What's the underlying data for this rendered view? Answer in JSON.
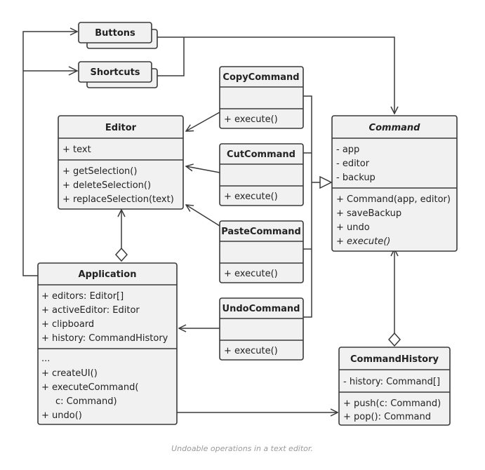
{
  "caption": "Undoable operations in a text editor.",
  "buttons": {
    "title": "Buttons"
  },
  "shortcuts": {
    "title": "Shortcuts"
  },
  "editor": {
    "title": "Editor",
    "fields": [
      "+ text"
    ],
    "methods": [
      "+ getSelection()",
      "+ deleteSelection()",
      "+ replaceSelection(text)"
    ]
  },
  "copy_command": {
    "title": "CopyCommand",
    "method": "+ execute()"
  },
  "cut_command": {
    "title": "CutCommand",
    "method": "+ execute()"
  },
  "paste_command": {
    "title": "PasteCommand",
    "method": "+ execute()"
  },
  "undo_command": {
    "title": "UndoCommand",
    "method": "+ execute()"
  },
  "command": {
    "title": "Command",
    "fields": [
      "- app",
      "- editor",
      "- backup"
    ],
    "methods": [
      "+ Command(app, editor)",
      "+ saveBackup",
      "+ undo",
      "+ execute()"
    ]
  },
  "application": {
    "title": "Application",
    "fields": [
      "+ editors: Editor[]",
      "+ activeEditor: Editor",
      "+ clipboard",
      "+ history: CommandHistory"
    ],
    "methods": [
      "...",
      "+ createUI()",
      "+ executeCommand(",
      "c: Command)",
      "+ undo()"
    ]
  },
  "command_history": {
    "title": "CommandHistory",
    "fields": [
      "- history: Command[]"
    ],
    "methods": [
      "+ push(c: Command)",
      "+ pop(): Command"
    ]
  }
}
